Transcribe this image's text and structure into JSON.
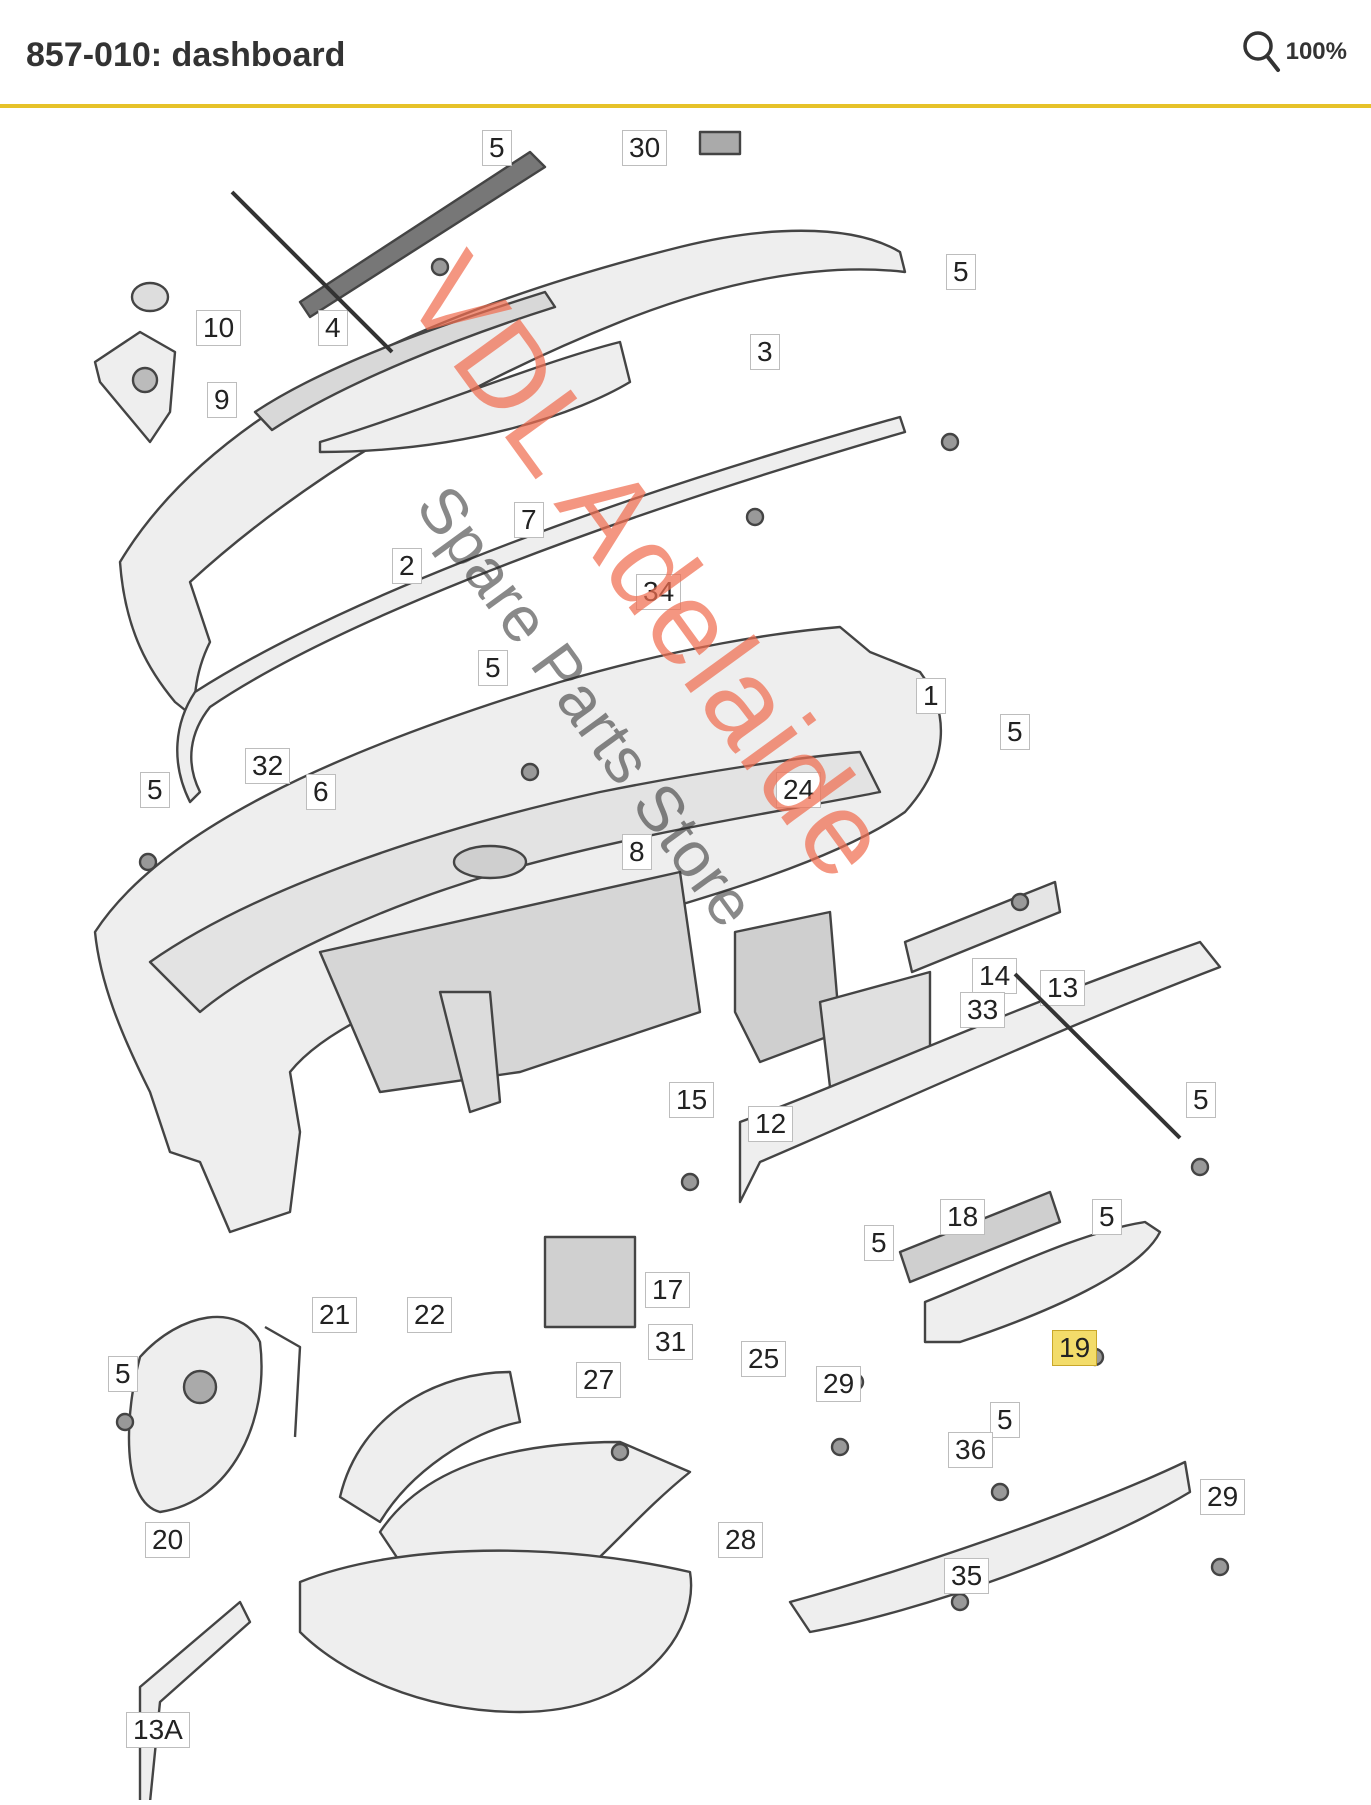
{
  "header": {
    "title": "857-010: dashboard",
    "zoom_label": "100%",
    "zoom_icon": "magnifier-icon",
    "accent_color": "#e6c229"
  },
  "watermark": {
    "main": "VDL Adelaide",
    "sub": "Spare Parts Store",
    "color": "#f06e50"
  },
  "callouts": [
    {
      "label": "5"
    },
    {
      "label": "30"
    },
    {
      "label": "10"
    },
    {
      "label": "4"
    },
    {
      "label": "5"
    },
    {
      "label": "9"
    },
    {
      "label": "3"
    },
    {
      "label": "7"
    },
    {
      "label": "2"
    },
    {
      "label": "34"
    },
    {
      "label": "5"
    },
    {
      "label": "1"
    },
    {
      "label": "5"
    },
    {
      "label": "32"
    },
    {
      "label": "6"
    },
    {
      "label": "5"
    },
    {
      "label": "24"
    },
    {
      "label": "8"
    },
    {
      "label": "14"
    },
    {
      "label": "13"
    },
    {
      "label": "33"
    },
    {
      "label": "5"
    },
    {
      "label": "15"
    },
    {
      "label": "12"
    },
    {
      "label": "18"
    },
    {
      "label": "5"
    },
    {
      "label": "5"
    },
    {
      "label": "17"
    },
    {
      "label": "5"
    },
    {
      "label": "21"
    },
    {
      "label": "22"
    },
    {
      "label": "31"
    },
    {
      "label": "25"
    },
    {
      "label": "29"
    },
    {
      "label": "19"
    },
    {
      "label": "27"
    },
    {
      "label": "5"
    },
    {
      "label": "36"
    },
    {
      "label": "29"
    },
    {
      "label": "20"
    },
    {
      "label": "28"
    },
    {
      "label": "35"
    },
    {
      "label": "13A"
    }
  ],
  "highlighted_part": "19"
}
